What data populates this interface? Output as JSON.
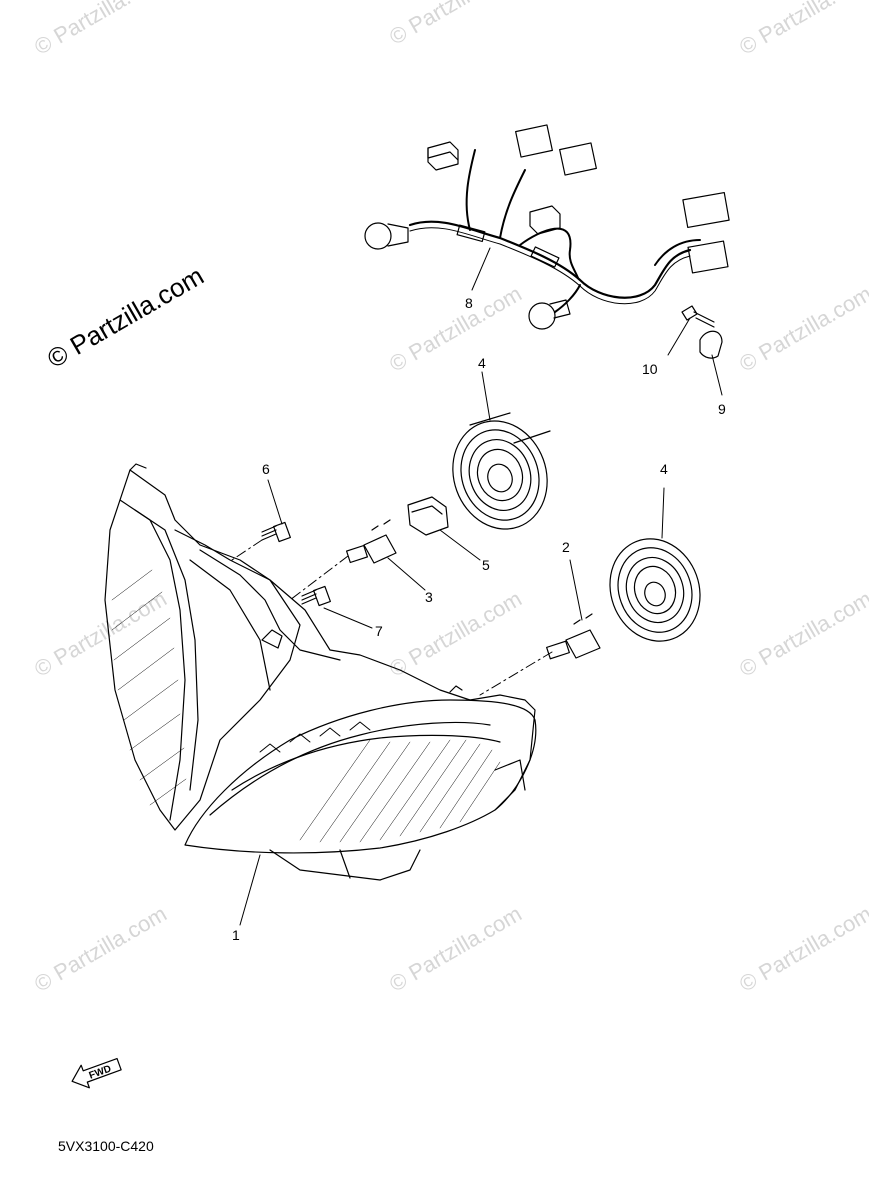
{
  "watermark": {
    "text": "© Partzilla.com"
  },
  "main_watermark": {
    "text": "© Partzilla.com"
  },
  "callouts": {
    "c1": "1",
    "c2": "2",
    "c3": "3",
    "c4a": "4",
    "c4b": "4",
    "c5": "5",
    "c6": "6",
    "c7": "7",
    "c8": "8",
    "c9": "9",
    "c10": "10"
  },
  "fwd_badge": {
    "label": "FWD"
  },
  "diagram_code": "5VX3100-C420",
  "parts": [
    {
      "ref": "1",
      "name": "headlight-assembly"
    },
    {
      "ref": "2",
      "name": "bulb"
    },
    {
      "ref": "3",
      "name": "bulb"
    },
    {
      "ref": "4",
      "name": "bulb-cover"
    },
    {
      "ref": "5",
      "name": "socket"
    },
    {
      "ref": "6",
      "name": "screw"
    },
    {
      "ref": "7",
      "name": "screw"
    },
    {
      "ref": "8",
      "name": "wire-harness"
    },
    {
      "ref": "9",
      "name": "clamp"
    },
    {
      "ref": "10",
      "name": "screw"
    }
  ]
}
